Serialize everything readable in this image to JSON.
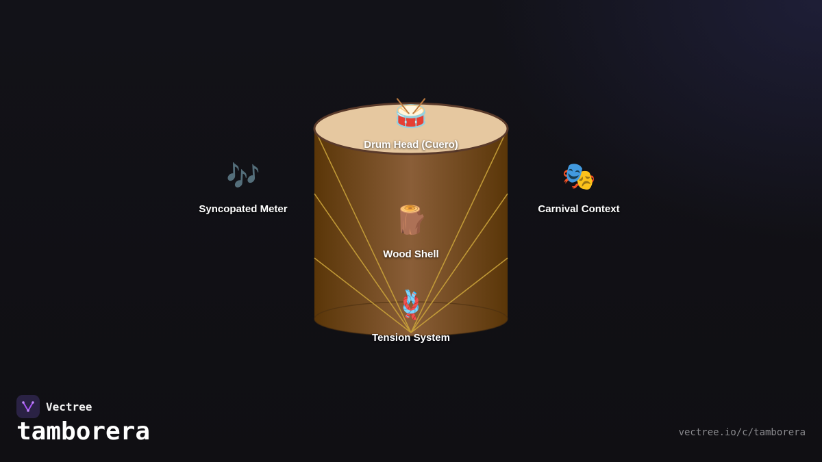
{
  "diagram": {
    "nodes": [
      {
        "id": "head",
        "label": "Drum Head (Cuero)",
        "icon": "drum-emoji",
        "glyph": "🥁"
      },
      {
        "id": "shell",
        "label": "Wood Shell",
        "icon": "wood-log-emoji",
        "glyph": "🪵"
      },
      {
        "id": "tension",
        "label": "Tension System",
        "icon": "knot-emoji",
        "glyph": "🪢"
      },
      {
        "id": "meter",
        "label": "Syncopated Meter",
        "icon": "music-notes-emoji",
        "glyph": "🎶"
      },
      {
        "id": "carnival",
        "label": "Carnival Context",
        "icon": "theater-masks-emoji",
        "glyph": "🎭"
      }
    ],
    "colors": {
      "drum_body": "#7a4f22",
      "drum_head": "#e6c8a0",
      "rim": "#5a3a2a",
      "rays": "#c9a23a",
      "background": "#111116"
    }
  },
  "branding": {
    "brand_name": "Vectree",
    "slug": "tamborera",
    "url": "vectree.io/c/tamborera",
    "logo_icon": "vectree-logo-icon",
    "accent": "#a855f7"
  }
}
